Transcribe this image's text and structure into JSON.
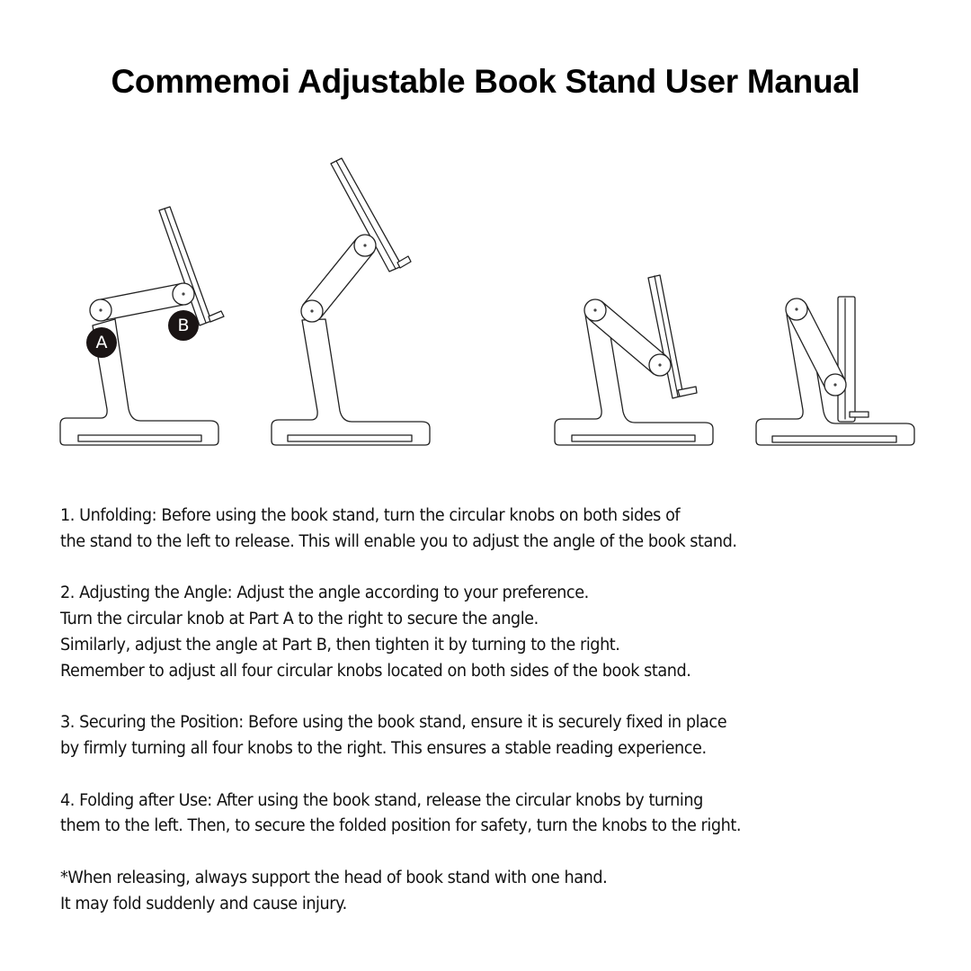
{
  "document": {
    "title": "Commemoi Adjustable Book Stand User Manual"
  },
  "figures": {
    "labels": {
      "part_a": "A",
      "part_b": "B"
    },
    "panels": [
      {
        "name": "figure-unfolded-low-angle",
        "shows_labels": true
      },
      {
        "name": "figure-unfolded-raised"
      },
      {
        "name": "figure-folding-partial"
      },
      {
        "name": "figure-folded"
      }
    ]
  },
  "instructions": [
    {
      "lines": [
        "1. Unfolding: Before using the book stand, turn the circular knobs on both sides of",
        "the stand to the left to release. This will enable you to adjust the angle of the book stand."
      ]
    },
    {
      "lines": [
        "2. Adjusting the Angle: Adjust the angle according to your preference.",
        "Turn the circular knob at Part A to the right to secure the angle.",
        "Similarly, adjust the angle at Part B, then tighten it by turning to the right.",
        "Remember to adjust all four circular knobs located on both sides of the book stand."
      ]
    },
    {
      "lines": [
        "3. Securing the Position: Before using the book stand, ensure it is securely fixed in place",
        "by firmly turning all four knobs to the right. This ensures a stable reading experience."
      ]
    },
    {
      "lines": [
        "4. Folding after Use: After using the book stand, release the circular knobs by turning",
        "them to the left. Then, to secure the folded position for safety, turn the knobs to the right."
      ]
    },
    {
      "lines": [
        "*When releasing, always support the head of book stand with one hand.",
        "It may fold suddenly and cause injury."
      ]
    }
  ]
}
